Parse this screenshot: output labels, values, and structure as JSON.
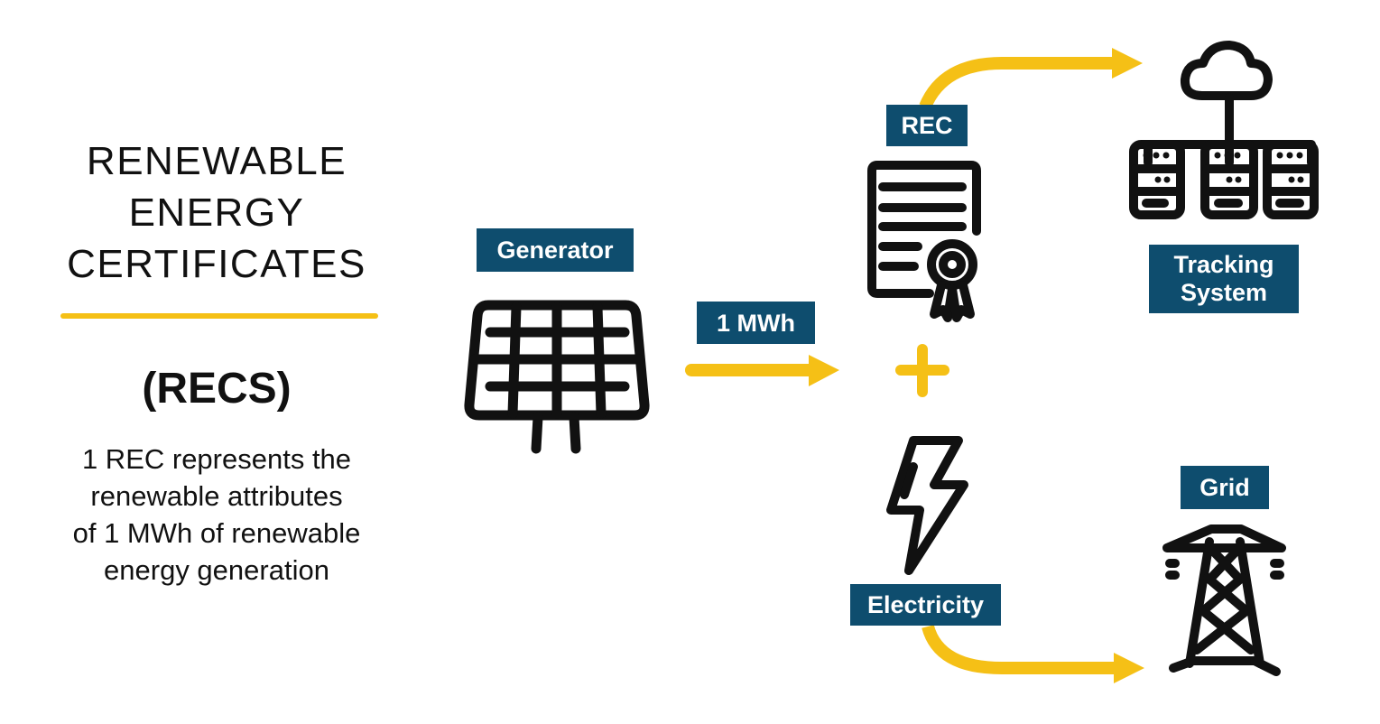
{
  "title": {
    "lines": [
      "RENEWABLE",
      "ENERGY",
      "CERTIFICATES"
    ],
    "abbreviation": "(RECS)",
    "description_lines": [
      "1 REC represents the",
      "renewable attributes",
      "of 1 MWh of renewable",
      "energy generation"
    ]
  },
  "colors": {
    "accent_yellow": "#f5c016",
    "label_blue": "#0e4d6e",
    "icon_black": "#111111"
  },
  "nodes": {
    "generator": {
      "label": "Generator",
      "icon": "solar-panel-icon"
    },
    "flow": {
      "label": "1 MWh",
      "icon": "arrow-right-icon"
    },
    "rec": {
      "label": "REC",
      "icon": "certificate-icon"
    },
    "plus": {
      "icon": "plus-icon"
    },
    "electricity": {
      "label": "Electricity",
      "icon": "lightning-bolt-icon"
    },
    "tracking": {
      "label_line1": "Tracking",
      "label_line2": "System",
      "icon": "cloud-servers-icon"
    },
    "grid": {
      "label": "Grid",
      "icon": "transmission-tower-icon"
    }
  }
}
